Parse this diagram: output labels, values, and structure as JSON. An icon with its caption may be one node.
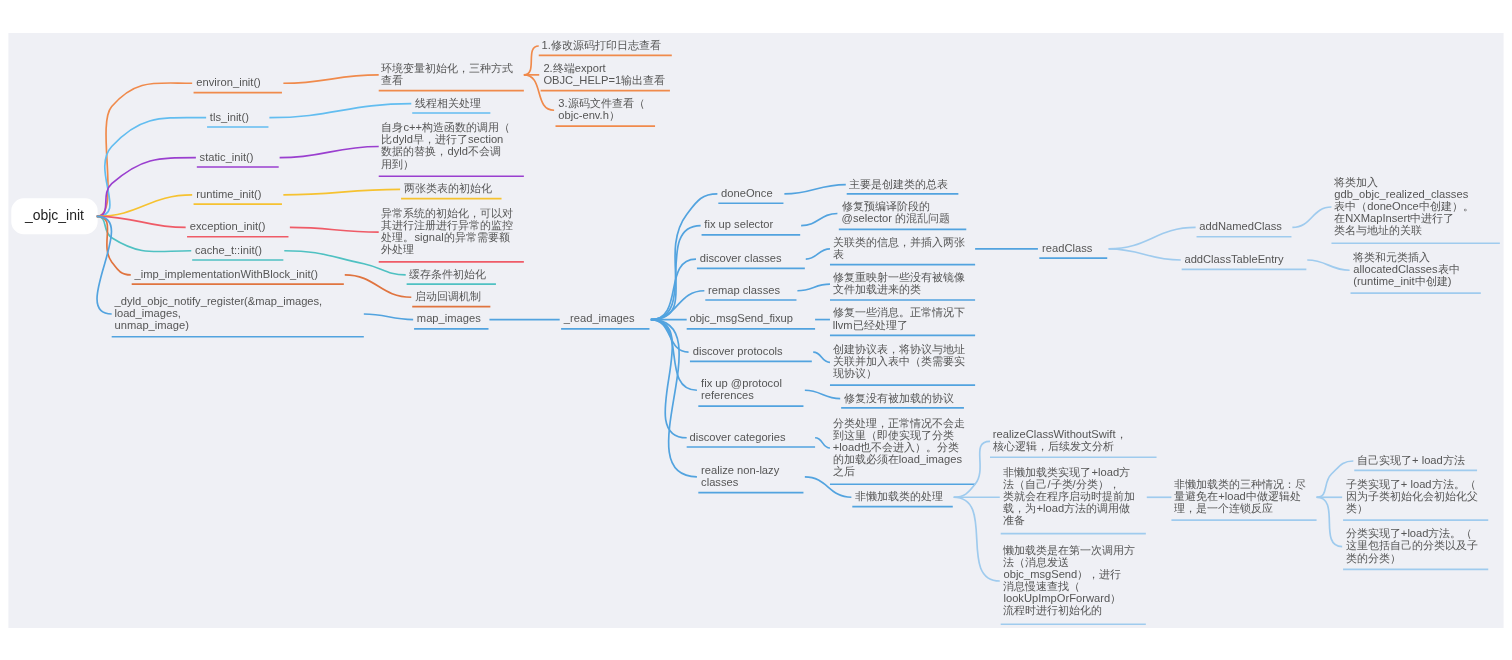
{
  "diagram": {
    "nodes": [
      {
        "text": [
          "_objc_init"
        ]
      },
      {
        "text": [
          "environ_init()"
        ]
      },
      {
        "text": [
          "环境变量初始化，三种方式查看"
        ]
      },
      {
        "text": [
          "1.修改源码打印日志查看"
        ]
      },
      {
        "text": [
          "2.终端export OBJC_HELP=1输出查看"
        ]
      },
      {
        "text": [
          "3.源码文件查看（objc-env.h）"
        ]
      },
      {
        "text": [
          "tls_init()"
        ]
      },
      {
        "text": [
          "线程相关处理"
        ]
      },
      {
        "text": [
          "static_init()"
        ]
      },
      {
        "text": [
          "自身c++构造函数的调用（比dyld早，进行了section数据的替换，dyld不会调用到）"
        ]
      },
      {
        "text": [
          "runtime_init()"
        ]
      },
      {
        "text": [
          "两张类表的初始化"
        ]
      },
      {
        "text": [
          "exception_init()"
        ]
      },
      {
        "text": [
          "异常系统的初始化，可以对其进行注册进行异常的监控处理。signal的异常需要额外处理"
        ]
      },
      {
        "text": [
          "cache_t::init()"
        ]
      },
      {
        "text": [
          "缓存条件初始化"
        ]
      },
      {
        "text": [
          "_imp_implementationWithBlock_init()"
        ]
      },
      {
        "text": [
          "启动回调机制"
        ]
      },
      {
        "text": [
          "_dyld_objc_notify_register(&map_images, load_images, unmap_image)"
        ]
      },
      {
        "text": [
          "map_images"
        ]
      },
      {
        "text": [
          "_read_images"
        ]
      },
      {
        "text": [
          "doneOnce"
        ]
      },
      {
        "text": [
          "主要是创建类的总表"
        ]
      },
      {
        "text": [
          "fix up selector"
        ]
      },
      {
        "text": [
          "修复预编译阶段的 @selector 的混乱问题"
        ]
      },
      {
        "text": [
          "discover classes"
        ]
      },
      {
        "text": [
          "关联类的信息，并插入两张表"
        ]
      },
      {
        "text": [
          "readClass"
        ]
      },
      {
        "text": [
          "addNamedClass"
        ]
      },
      {
        "text": [
          "将类加入gdb_objc_realized_classes表中（doneOnce中创建）。在NXMapInsert中进行了类名与地址的关联"
        ]
      },
      {
        "text": [
          "addClassTableEntry"
        ]
      },
      {
        "text": [
          "将类和元类插入allocatedClasses表中(runtime_init中创建)"
        ]
      },
      {
        "text": [
          "remap classes"
        ]
      },
      {
        "text": [
          "修复重映射一些没有被镜像文件加载进来的类"
        ]
      },
      {
        "text": [
          "objc_msgSend_fixup"
        ]
      },
      {
        "text": [
          "修复一些消息。正常情况下llvm已经处理了"
        ]
      },
      {
        "text": [
          "discover protocols"
        ]
      },
      {
        "text": [
          "创建协议表，将协议与地址关联并加入表中（类需要实现协议）"
        ]
      },
      {
        "text": [
          "fix up @protocol references"
        ]
      },
      {
        "text": [
          "修复没有被加载的协议"
        ]
      },
      {
        "text": [
          "discover categories"
        ]
      },
      {
        "text": [
          "分类处理，正常情况不会走到这里（即使实现了分类+load也不会进入）。分类的加载必须在load_images之后"
        ]
      },
      {
        "text": [
          "realize non-lazy classes"
        ]
      },
      {
        "text": [
          "非懒加载类的处理"
        ]
      },
      {
        "text": [
          "realizeClassWithoutSwift，核心逻辑，后续发文分析"
        ]
      },
      {
        "text": [
          "非懒加载类实现了+load方法（自己/子类/分类），类就会在程序启动时提前加载，为+load方法的调用做准备"
        ]
      },
      {
        "text": [
          "非懒加载类的三种情况：尽量避免在+load中做逻辑处理，是一个连锁反应"
        ]
      },
      {
        "text": [
          "自己实现了+ load方法"
        ]
      },
      {
        "text": [
          "子类实现了+ load方法。（因为子类初始化会初始化父类）"
        ]
      },
      {
        "text": [
          "分类实现了+load方法。（这里包括自己的分类以及子类的分类）"
        ]
      },
      {
        "text": [
          "懒加载类是在第一次调用方法（消息发送objc_msgSend），进行消息慢速查找（lookUpImpOrForward）流程时进行初始化的"
        ]
      }
    ],
    "edges": [
      {
        "from": 0,
        "to": 1,
        "arrow": "none",
        "color": "#f08a4b"
      },
      {
        "from": 1,
        "to": 2,
        "arrow": "none",
        "color": "#f08a4b"
      },
      {
        "from": 2,
        "to": 3,
        "arrow": "none",
        "color": "#f08a4b"
      },
      {
        "from": 2,
        "to": 4,
        "arrow": "none",
        "color": "#f08a4b"
      },
      {
        "from": 2,
        "to": 5,
        "arrow": "none",
        "color": "#f08a4b"
      },
      {
        "from": 0,
        "to": 6,
        "arrow": "none",
        "color": "#62bdf0"
      },
      {
        "from": 6,
        "to": 7,
        "arrow": "none",
        "color": "#62bdf0"
      },
      {
        "from": 0,
        "to": 8,
        "arrow": "none",
        "color": "#9a3fcf"
      },
      {
        "from": 8,
        "to": 9,
        "arrow": "none",
        "color": "#9a3fcf"
      },
      {
        "from": 0,
        "to": 10,
        "arrow": "none",
        "color": "#f6c230"
      },
      {
        "from": 10,
        "to": 11,
        "arrow": "none",
        "color": "#f6c230"
      },
      {
        "from": 0,
        "to": 12,
        "arrow": "none",
        "color": "#ef5b67"
      },
      {
        "from": 12,
        "to": 13,
        "arrow": "none",
        "color": "#ef5b67"
      },
      {
        "from": 0,
        "to": 14,
        "arrow": "none",
        "color": "#4fc1c2"
      },
      {
        "from": 14,
        "to": 15,
        "arrow": "none",
        "color": "#4fc1c2"
      },
      {
        "from": 0,
        "to": 16,
        "arrow": "none",
        "color": "#e0743f"
      },
      {
        "from": 16,
        "to": 17,
        "arrow": "none",
        "color": "#e0743f"
      },
      {
        "from": 0,
        "to": 18,
        "arrow": "none"
      },
      {
        "from": 18,
        "to": 19,
        "arrow": "none"
      },
      {
        "from": 19,
        "to": 20,
        "arrow": "none"
      },
      {
        "from": 20,
        "to": 21,
        "arrow": "none"
      },
      {
        "from": 21,
        "to": 22,
        "arrow": "none"
      },
      {
        "from": 20,
        "to": 23,
        "arrow": "none"
      },
      {
        "from": 23,
        "to": 24,
        "arrow": "none"
      },
      {
        "from": 20,
        "to": 25,
        "arrow": "none"
      },
      {
        "from": 25,
        "to": 26,
        "arrow": "none"
      },
      {
        "from": 26,
        "to": 27,
        "arrow": "none"
      },
      {
        "from": 27,
        "to": 28,
        "arrow": "none",
        "color": "#9fcbee"
      },
      {
        "from": 28,
        "to": 29,
        "arrow": "none",
        "color": "#9fcbee"
      },
      {
        "from": 27,
        "to": 30,
        "arrow": "none",
        "color": "#9fcbee"
      },
      {
        "from": 30,
        "to": 31,
        "arrow": "none",
        "color": "#9fcbee"
      },
      {
        "from": 20,
        "to": 32,
        "arrow": "none"
      },
      {
        "from": 32,
        "to": 33,
        "arrow": "none"
      },
      {
        "from": 20,
        "to": 34,
        "arrow": "none"
      },
      {
        "from": 34,
        "to": 35,
        "arrow": "none"
      },
      {
        "from": 20,
        "to": 36,
        "arrow": "none"
      },
      {
        "from": 36,
        "to": 37,
        "arrow": "none"
      },
      {
        "from": 20,
        "to": 38,
        "arrow": "none"
      },
      {
        "from": 38,
        "to": 39,
        "arrow": "none"
      },
      {
        "from": 20,
        "to": 40,
        "arrow": "none"
      },
      {
        "from": 40,
        "to": 41,
        "arrow": "none"
      },
      {
        "from": 20,
        "to": 42,
        "arrow": "none"
      },
      {
        "from": 42,
        "to": 43,
        "arrow": "none"
      },
      {
        "from": 43,
        "to": 44,
        "arrow": "none",
        "color": "#9fcbee"
      },
      {
        "from": 43,
        "to": 45,
        "arrow": "none",
        "color": "#9fcbee"
      },
      {
        "from": 45,
        "to": 46,
        "arrow": "none",
        "color": "#9fcbee"
      },
      {
        "from": 46,
        "to": 47,
        "arrow": "none",
        "color": "#9fcbee"
      },
      {
        "from": 46,
        "to": 48,
        "arrow": "none",
        "color": "#9fcbee"
      },
      {
        "from": 46,
        "to": 49,
        "arrow": "none",
        "color": "#9fcbee"
      },
      {
        "from": 43,
        "to": 50,
        "arrow": "none",
        "color": "#9fcbee"
      }
    ]
  }
}
